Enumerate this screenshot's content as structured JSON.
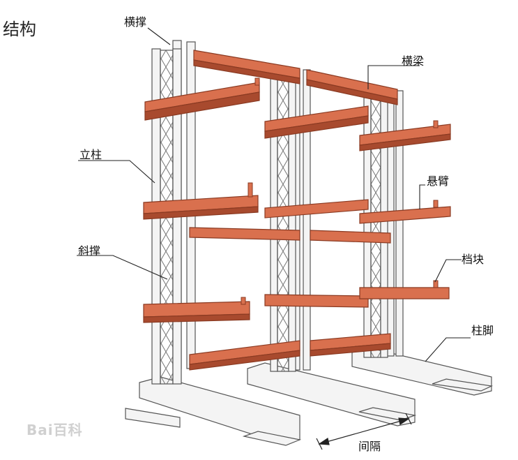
{
  "title": "结构",
  "labels": {
    "crossbrace": "横撑",
    "beam": "横梁",
    "column": "立柱",
    "arm": "悬臂",
    "diagonal": "斜撑",
    "stopper": "档块",
    "base": "柱脚",
    "spacing": "间隔"
  },
  "watermark": "Bai百科",
  "colors": {
    "arm": "#d9704e",
    "arm_dark": "#a84a2e",
    "frame": "#f2f2f2",
    "outline": "#555555"
  }
}
